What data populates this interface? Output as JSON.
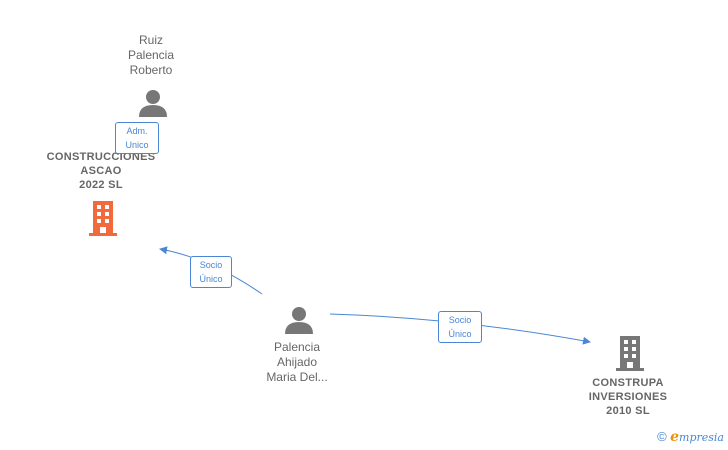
{
  "nodes": {
    "person_ruiz": {
      "name": "Ruiz\nPalencia\nRoberto",
      "type": "person",
      "icon": "person-icon"
    },
    "company_ascao": {
      "name_lines": [
        "CONSTRUCCIONES",
        "ASCAO",
        "2022  SL"
      ],
      "type": "company",
      "icon": "building-icon",
      "color": "#f26a3b"
    },
    "person_palencia": {
      "name": "Palencia\nAhijado\nMaria Del...",
      "type": "person",
      "icon": "person-icon"
    },
    "company_construpa": {
      "name_lines": [
        "CONSTRUPA",
        "INVERSIONES",
        "2010  SL"
      ],
      "type": "company",
      "icon": "building-icon",
      "color": "#777777"
    }
  },
  "edges": [
    {
      "from": "person_ruiz",
      "to": "company_ascao",
      "label_lines": [
        "Adm.",
        "Unico"
      ]
    },
    {
      "from": "person_palencia",
      "to": "company_ascao",
      "label_lines": [
        "Socio",
        "Único"
      ]
    },
    {
      "from": "person_palencia",
      "to": "company_construpa",
      "label_lines": [
        "Socio",
        "Único"
      ]
    }
  ],
  "colors": {
    "edge": "#4a86d4",
    "person_icon": "#777777",
    "text": "#666666"
  },
  "footer": {
    "copyright_symbol": "©",
    "brand_first_letter": "e",
    "brand_rest": "mpresia"
  }
}
